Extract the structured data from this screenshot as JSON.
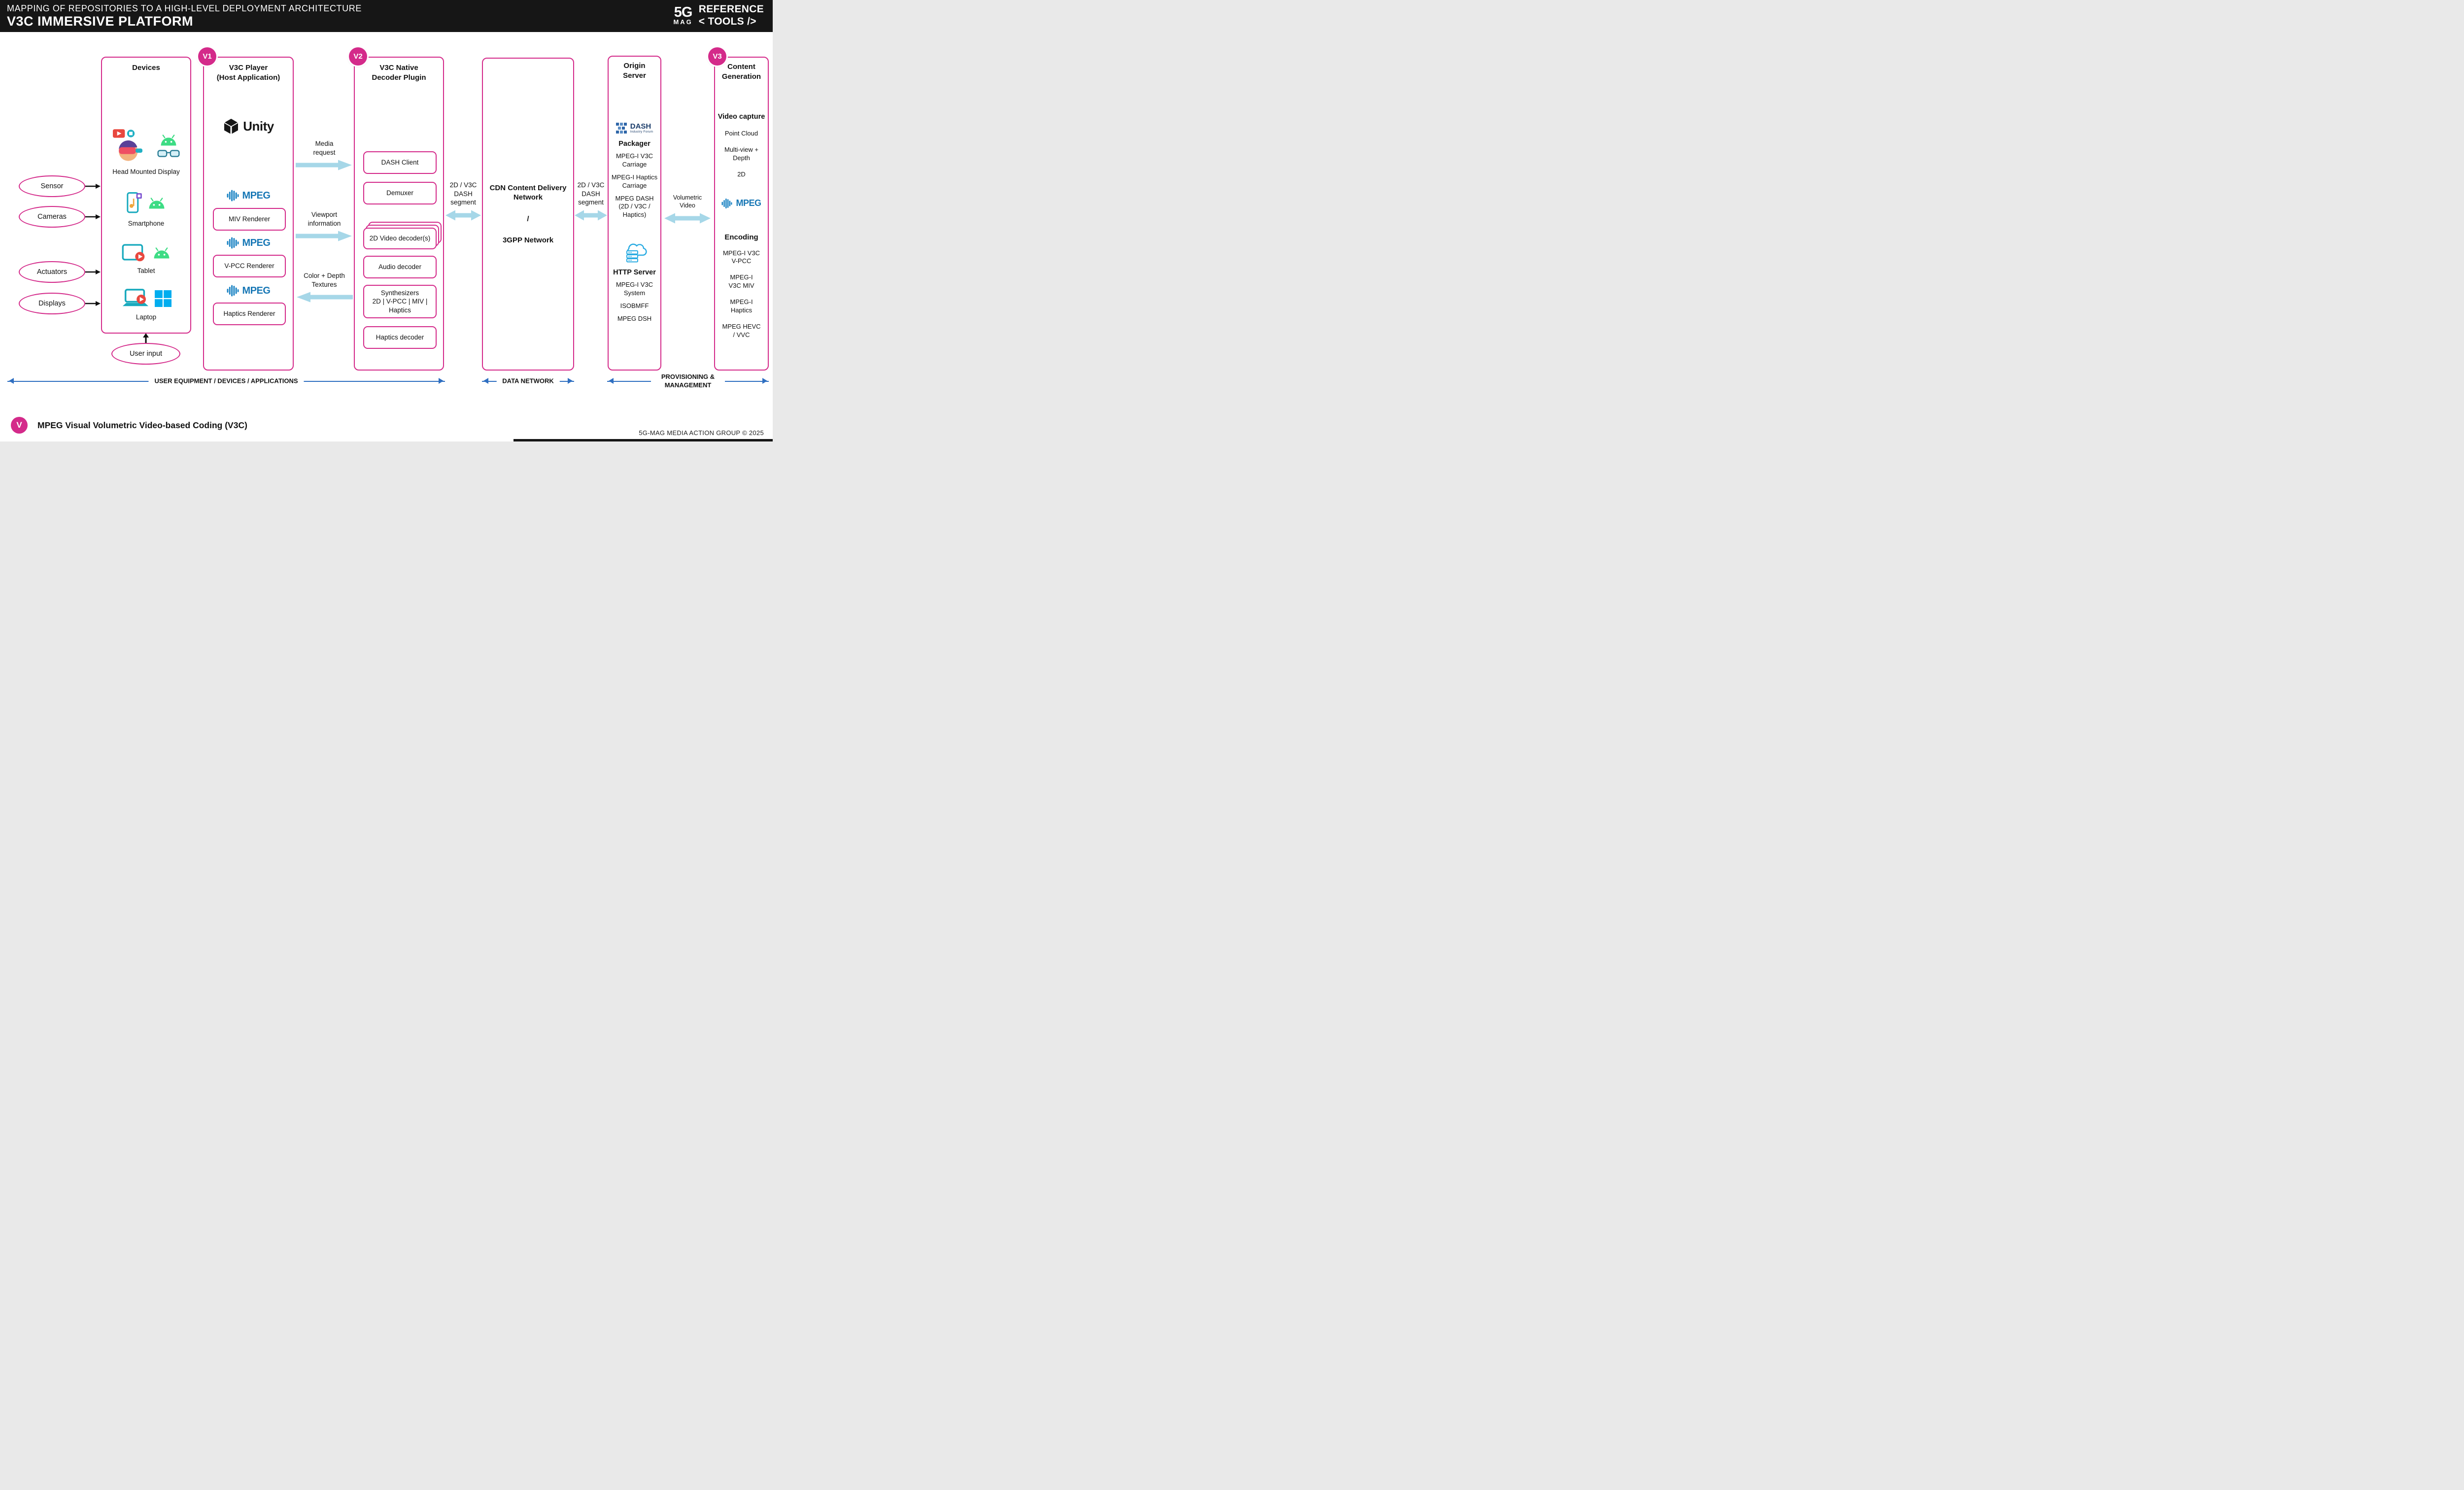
{
  "colors": {
    "accent_pink": "#d42a8a",
    "header_bg": "#161616",
    "arrow_light_blue": "#a6d7e8",
    "arrow_blue": "#2f6fc1",
    "mpeg_blue": "#1777b5",
    "android_green": "#3ddc84",
    "windows_blue": "#00adef",
    "dash_blue": "#2f66a8",
    "http_blue": "#29abe2"
  },
  "header": {
    "subtitle": "MAPPING OF REPOSITORIES TO A HIGH-LEVEL DEPLOYMENT ARCHITECTURE",
    "title": "V3C IMMERSIVE PLATFORM",
    "logo_top": "5G",
    "logo_bottom": "MAG",
    "brand_line1": "REFERENCE",
    "brand_line2": "< TOOLS />"
  },
  "peripherals": {
    "items": [
      "Sensor",
      "Cameras",
      "Actuators",
      "Displays"
    ],
    "user_input": "User input"
  },
  "devices": {
    "title": "Devices",
    "hmd_label": "Head Mounted Display",
    "smartphone_label": "Smartphone",
    "tablet_label": "Tablet",
    "laptop_label": "Laptop"
  },
  "player": {
    "badge": "V1",
    "title_line1": "V3C Player",
    "title_line2": "(Host Application)",
    "unity_label": "Unity",
    "mpeg_label": "MPEG",
    "renderers": [
      "MIV Renderer",
      "V-PCC Renderer",
      "Haptics Renderer"
    ]
  },
  "flows": {
    "media_request": "Media request",
    "viewport": "Viewport information",
    "textures": "Color + Depth Textures"
  },
  "decoder": {
    "badge": "V2",
    "title_line1": "V3C Native",
    "title_line2": "Decoder Plugin",
    "dash_client": "DASH Client",
    "demuxer": "Demuxer",
    "video_decoder": "2D Video decoder(s)",
    "audio_decoder": "Audio decoder",
    "synthesizers_title": "Synthesizers",
    "synthesizers_modes": "2D | V-PCC | MIV | Haptics",
    "haptics_decoder": "Haptics decoder"
  },
  "network": {
    "segment_left": "2D / V3C DASH segment",
    "cdn_title": "CDN Content Delivery Network",
    "cdn_separator": "/",
    "cdn_subtitle": "3GPP Network",
    "segment_right": "2D / V3C DASH segment",
    "volumetric": "Volumetric Video"
  },
  "origin": {
    "title": "Origin Server",
    "dash_logo": "DASH",
    "dash_logo_sub": "Industry Forum",
    "packager_title": "Packager",
    "packager_items": [
      "MPEG-I V3C Carriage",
      "MPEG-I Haptics Carriage",
      "MPEG DASH (2D / V3C / Haptics)"
    ],
    "http_title": "HTTP Server",
    "http_items": [
      "MPEG-I V3C System",
      "ISOBMFF",
      "MPEG DSH"
    ]
  },
  "content_gen": {
    "badge": "V3",
    "title": "Content Generation",
    "capture_title": "Video capture",
    "capture_items": [
      "Point Cloud",
      "Multi-view + Depth",
      "2D"
    ],
    "mpeg_label": "MPEG",
    "encoding_title": "Encoding",
    "encoding_items": [
      "MPEG-I V3C V-PCC",
      "MPEG-I V3C MIV",
      "MPEG-I Haptics",
      "MPEG HEVC / VVC"
    ]
  },
  "zones": {
    "user_equipment": "USER EQUIPMENT / DEVICES / APPLICATIONS",
    "data_network": "DATA NETWORK",
    "provisioning": "PROVISIONING & MANAGEMENT"
  },
  "legend": {
    "badge": "V",
    "label": "MPEG Visual Volumetric Video-based Coding (V3C)"
  },
  "footer": {
    "copyright": "5G-MAG MEDIA ACTION GROUP © 2025"
  }
}
